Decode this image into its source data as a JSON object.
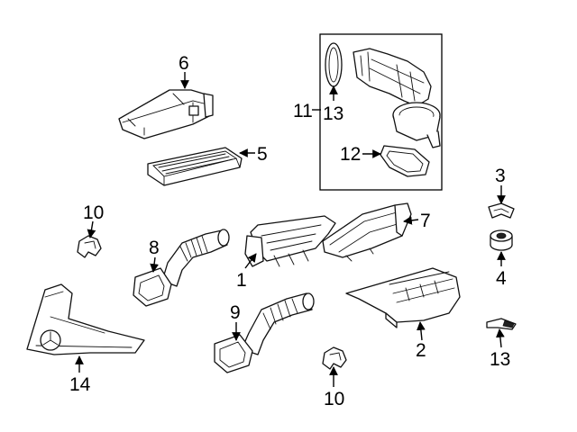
{
  "callouts": {
    "c1": "1",
    "c2": "2",
    "c3": "3",
    "c4": "4",
    "c5": "5",
    "c6": "6",
    "c7": "7",
    "c8": "8",
    "c9": "9",
    "c10a": "10",
    "c10b": "10",
    "c11": "11",
    "c12": "12",
    "c13a": "13",
    "c13b": "13",
    "c14": "14"
  },
  "colors": {
    "line": "#111111",
    "background": "#ffffff"
  }
}
